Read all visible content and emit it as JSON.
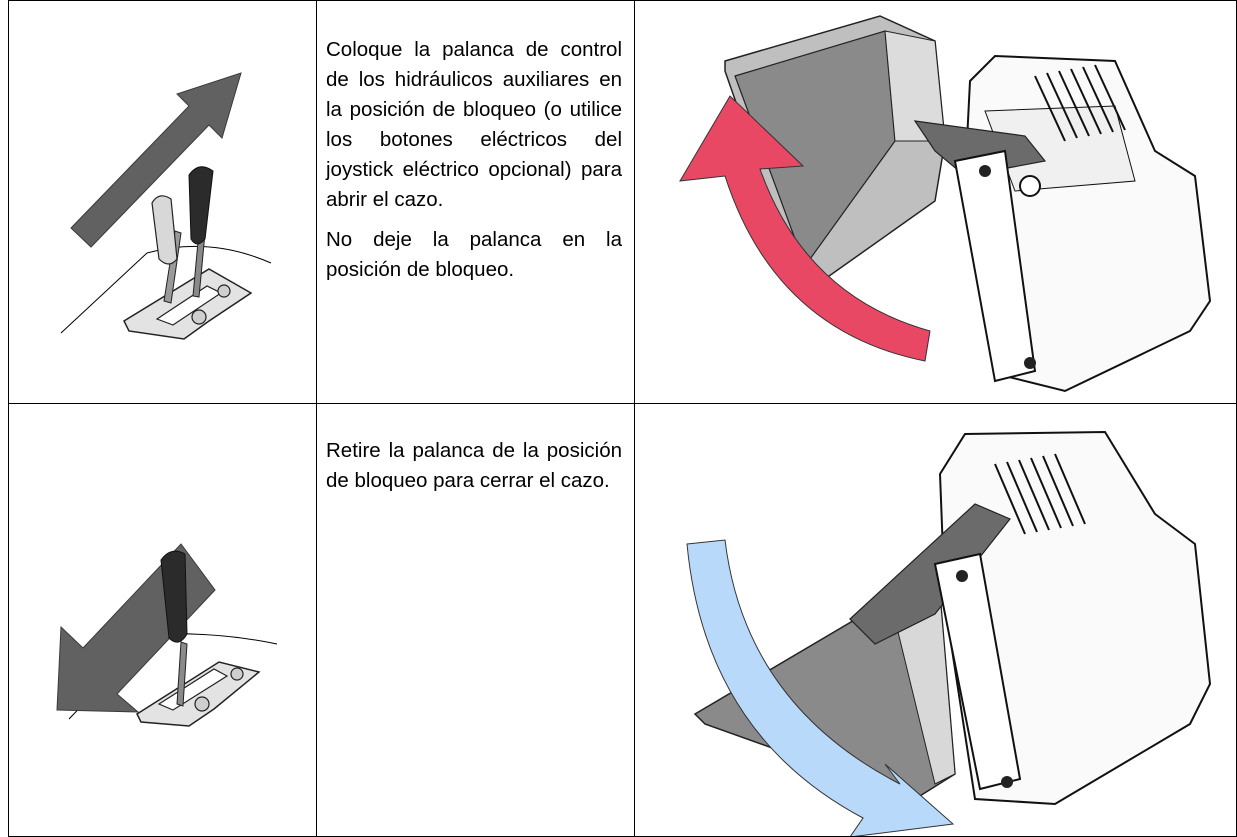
{
  "rows": [
    {
      "lever_icon": "lever-lock-icon",
      "arrow_icon": "arrow-up-right-icon",
      "bucket_icon": "bucket-open-icon",
      "rotation_arrow_color": "#e94865",
      "paragraphs": [
        "Coloque la palanca de control de los hidráulicos auxiliares en la posición de bloqueo (o utilice los botones eléctricos del joystick eléctrico opcional) para abrir el cazo.",
        "No deje la palanca en la posición de bloqueo."
      ]
    },
    {
      "lever_icon": "lever-release-icon",
      "arrow_icon": "arrow-down-left-icon",
      "bucket_icon": "bucket-close-icon",
      "rotation_arrow_color": "#b9d9fb",
      "paragraphs": [
        "Retire la palanca de la posición de bloqueo para cerrar el cazo."
      ]
    }
  ]
}
